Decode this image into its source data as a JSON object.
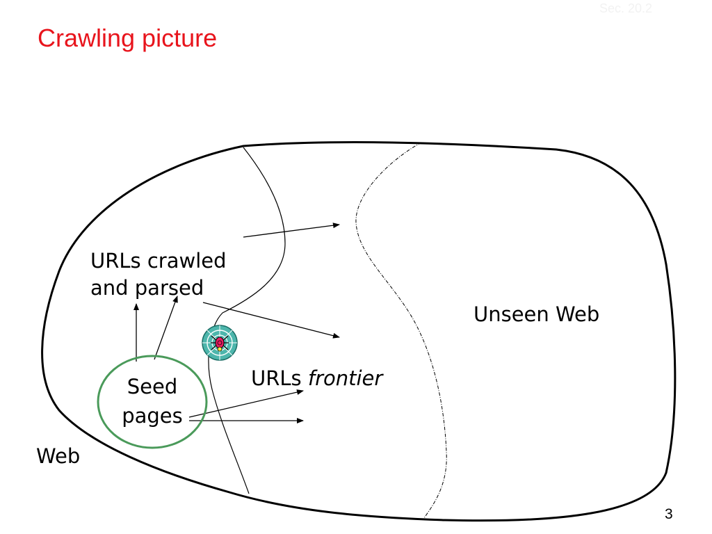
{
  "slide": {
    "section_tag": "Sec. 20.2",
    "title": "Crawling picture",
    "page_number": "3"
  },
  "diagram": {
    "labels": {
      "crawled_line1": "URLs crawled",
      "crawled_line2": "and parsed",
      "unseen_web": "Unseen Web",
      "frontier_prefix": "URLs ",
      "frontier_italic": "frontier",
      "seed_line1": "Seed",
      "seed_line2": "pages",
      "web": "Web"
    },
    "colors": {
      "title": "#e8141c",
      "seed_circle": "#4a9a5a",
      "outline": "#000000"
    }
  }
}
